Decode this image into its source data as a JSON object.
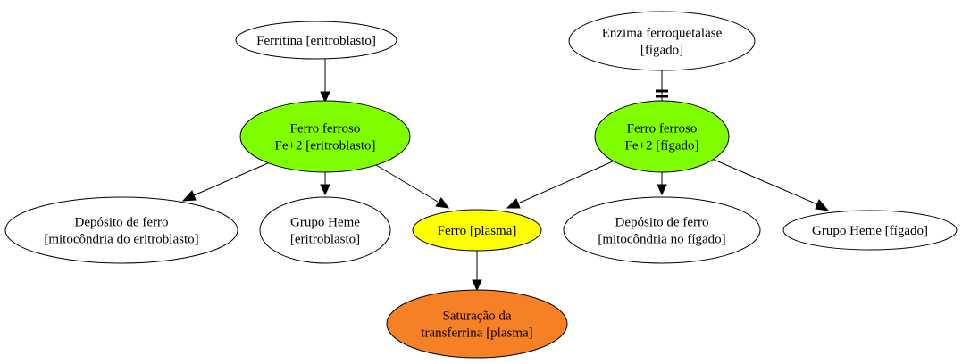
{
  "nodes": {
    "ferritina": {
      "lines": [
        "Ferritina [eritroblasto]"
      ],
      "fill": "#ffffff"
    },
    "enzima": {
      "lines": [
        "Enzima ferroquetalase",
        "[fígado]"
      ],
      "fill": "#ffffff"
    },
    "ferro_ferroso_eritro": {
      "lines": [
        "Ferro ferroso",
        "Fe+2 [eritroblasto]"
      ],
      "fill": "#7fff00"
    },
    "ferro_ferroso_figado": {
      "lines": [
        "Ferro ferroso",
        "Fe+2 [fígado]"
      ],
      "fill": "#7fff00"
    },
    "deposito_eritro": {
      "lines": [
        "Depósito de ferro",
        "[mitocôndria do eritroblasto]"
      ],
      "fill": "#ffffff"
    },
    "heme_eritro": {
      "lines": [
        "Grupo Heme",
        "[eritroblasto]"
      ],
      "fill": "#ffffff"
    },
    "ferro_plasma": {
      "lines": [
        "Ferro [plasma]"
      ],
      "fill": "#ffff00"
    },
    "deposito_figado": {
      "lines": [
        "Depósito de ferro",
        "[mitocôndria no fígado]"
      ],
      "fill": "#ffffff"
    },
    "heme_figado": {
      "lines": [
        "Grupo Heme [fígado]"
      ],
      "fill": "#ffffff"
    },
    "saturacao": {
      "lines": [
        "Saturação da",
        "transferrina [plasma]"
      ],
      "fill": "#f58025"
    }
  }
}
